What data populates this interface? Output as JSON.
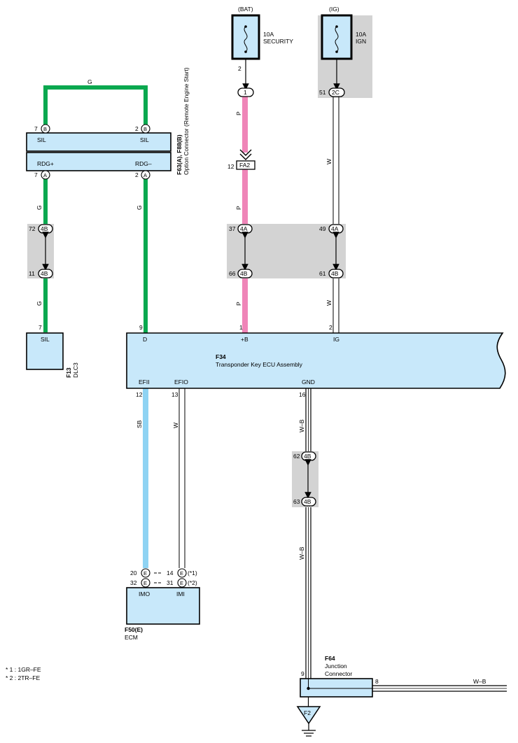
{
  "fuses": {
    "bat": {
      "supply": "(BAT)",
      "rating": "10A",
      "name": "SECURITY",
      "pin": "2"
    },
    "ig": {
      "supply": "(IG)",
      "rating": "10A",
      "name": "IGN"
    }
  },
  "wire_colors": {
    "g": "G",
    "p": "P",
    "w": "W",
    "sb": "SB",
    "wb": "W–B"
  },
  "colors": {
    "green": "#0aa84f",
    "pink": "#ef85b8",
    "light_blue": "#8fd3f3",
    "box_fill": "#c8e8fa",
    "splice_gray": "#d3d3d3"
  },
  "connectors": {
    "f63": {
      "label": "F63(A), F88(B)",
      "desc": "Option Connector (Remote Engine Start)",
      "top_pins": [
        {
          "num": "7",
          "letter": "B",
          "name": "SIL"
        },
        {
          "num": "2",
          "letter": "B",
          "name": "SIL"
        }
      ],
      "bottom_pins": [
        {
          "num": "7",
          "letter": "A",
          "name": "RDG+"
        },
        {
          "num": "2",
          "letter": "A",
          "name": "RDG–"
        }
      ]
    },
    "f13": {
      "label": "F13",
      "desc": "DLC3",
      "pin_num": "7",
      "pin_name": "SIL"
    },
    "f34": {
      "label": "F34",
      "desc": "Transponder Key ECU Assembly",
      "top_pins": [
        {
          "num": "9",
          "name": "D"
        },
        {
          "num": "1",
          "name": "+B"
        },
        {
          "num": "2",
          "name": "IG"
        }
      ],
      "bottom_pins": [
        {
          "num": "12",
          "name": "EFII"
        },
        {
          "num": "13",
          "name": "EFIO"
        },
        {
          "num": "16",
          "name": "GND"
        }
      ]
    },
    "f50": {
      "label": "F50(E)",
      "desc": "ECM",
      "pins_left": [
        {
          "num": "20",
          "letter": "E"
        },
        {
          "num": "32",
          "letter": "E"
        }
      ],
      "pins_right": [
        {
          "num": "14",
          "letter": "E",
          "note": "(*1)"
        },
        {
          "num": "31",
          "letter": "E",
          "note": "(*2)"
        }
      ],
      "names": [
        "IMO",
        "IMI"
      ]
    },
    "f64": {
      "label": "F64",
      "desc_line1": "Junction",
      "desc_line2": "Connector",
      "pin_in": "9",
      "pin_out": "8"
    },
    "ground": {
      "label": "F2"
    }
  },
  "inline": {
    "c1": {
      "id": "1",
      "num": ""
    },
    "c2c": {
      "id": "2C",
      "num": "51"
    },
    "fa2": {
      "id": "FA2",
      "num": "12"
    },
    "j4b_72": {
      "id": "4B",
      "num": "72"
    },
    "j4b_11": {
      "id": "4B",
      "num": "11"
    },
    "j4a_37": {
      "id": "4A",
      "num": "37"
    },
    "j4b_66": {
      "id": "4B",
      "num": "66"
    },
    "j4a_49": {
      "id": "4A",
      "num": "49"
    },
    "j4b_61": {
      "id": "4B",
      "num": "61"
    },
    "j4b_62": {
      "id": "4B",
      "num": "62"
    },
    "j4b_63": {
      "id": "4B",
      "num": "63"
    }
  },
  "footnotes": [
    "* 1 : 1GR–FE",
    "* 2 : 2TR–FE"
  ]
}
